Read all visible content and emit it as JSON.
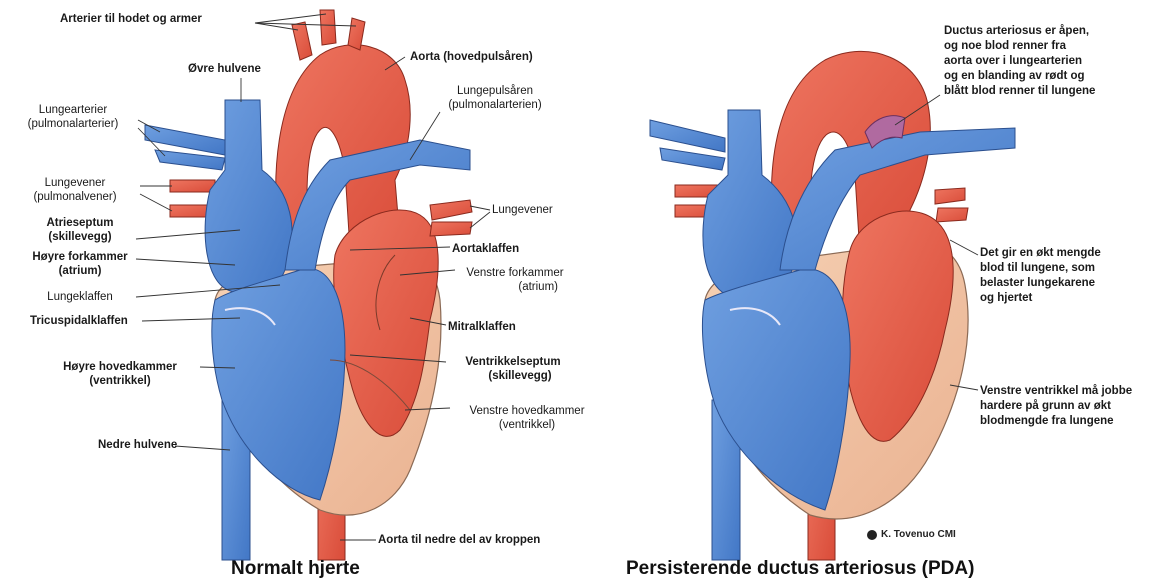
{
  "normal": {
    "caption": "Normalt hjerte",
    "labels": {
      "arteries_head": "Arterier til hodet og armer",
      "aorta": "Aorta (hovedpulsåren)",
      "upper_vena_cava": "Øvre hulvene",
      "pulm_artery_1": "Lungepulsåren",
      "pulm_artery_2": "(pulmonalarterien)",
      "lung_arteries_1": "Lungearterier",
      "lung_arteries_2": "(pulmonalarterier)",
      "lung_veins_left_1": "Lungevener",
      "lung_veins_left_2": "(pulmonalvener)",
      "lung_veins_right": "Lungevener",
      "atrial_septum_1": "Atrieseptum",
      "atrial_septum_2": "(skillevegg)",
      "right_atrium_1": "Høyre forkammer",
      "right_atrium_2": "(atrium)",
      "aortic_valve": "Aortaklaffen",
      "left_atrium_1": "Venstre forkammer",
      "left_atrium_2": "(atrium)",
      "pulmonary_valve": "Lungeklaffen",
      "tricuspid_valve": "Tricuspidalklaffen",
      "mitral_valve": "Mitralklaffen",
      "right_ventricle_1": "Høyre hovedkammer",
      "right_ventricle_2": "(ventrikkel)",
      "vent_septum_1": "Ventrikkelseptum",
      "vent_septum_2": "(skillevegg)",
      "left_ventricle_1": "Venstre hovedkammer",
      "left_ventricle_2": "(ventrikkel)",
      "lower_vena_cava": "Nedre hulvene",
      "aorta_lower": "Aorta til nedre del av kroppen"
    }
  },
  "pda": {
    "caption": "Persisterende ductus arteriosus (PDA)",
    "labels": {
      "ductus_1": "Ductus arteriosus er åpen,",
      "ductus_2": "og noe blod renner fra",
      "ductus_3": "aorta over i lungearterien",
      "ductus_4": "og en blanding av rødt og",
      "ductus_5": "blått blod renner til lungene",
      "excess_1": "Det gir en økt mengde",
      "excess_2": "blod til lungene, som",
      "excess_3": "belaster lungekarene",
      "excess_4": "og hjertet",
      "lv_1": "Venstre ventrikkel må jobbe",
      "lv_2": "hardere på grunn av økt",
      "lv_3": "blodmengde fra lungene",
      "credit": "K. Tovenuo CMI"
    }
  },
  "colors": {
    "red": "#e8604c",
    "red_dark": "#c8402f",
    "blue": "#5b8fd6",
    "blue_dark": "#3d6fbf",
    "muscle": "#f3c4a3",
    "outline": "#2a2a2a"
  }
}
